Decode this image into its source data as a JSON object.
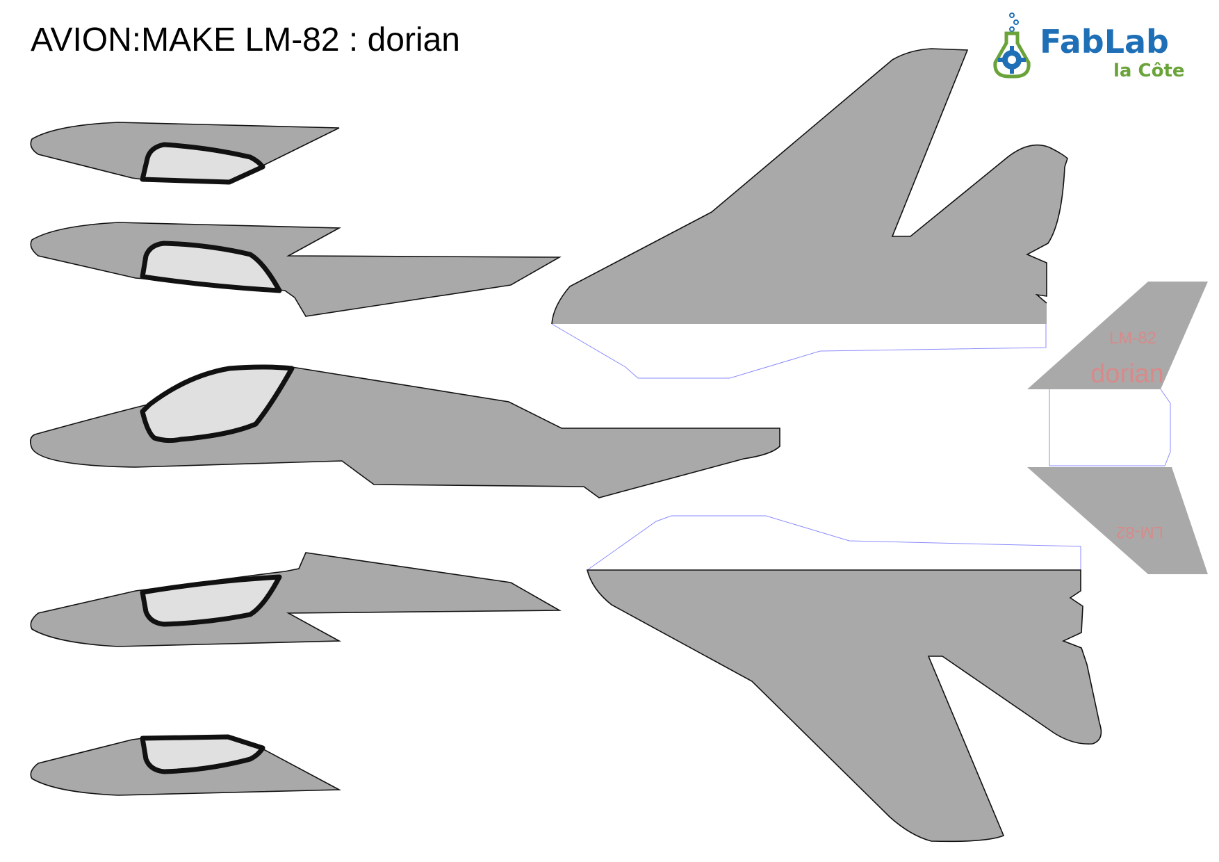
{
  "title": "AVION:MAKE LM-82 : dorian",
  "logo": {
    "name_line1": "FabLab",
    "name_line2": "la Côte",
    "icon": "gear-flask-icon",
    "colors": {
      "primary": "#1f6fb6",
      "secondary": "#6aa339"
    }
  },
  "stabilizer": {
    "model_label": "LM-82",
    "pilot_label": "dorian",
    "model_label_mirrored": "LM-82"
  },
  "colors": {
    "part_fill": "#a9a9a9",
    "canopy_fill": "#e0e0e0",
    "outline": "#111111",
    "fold_line": "#8a8aff",
    "label": "#d88a8a"
  }
}
